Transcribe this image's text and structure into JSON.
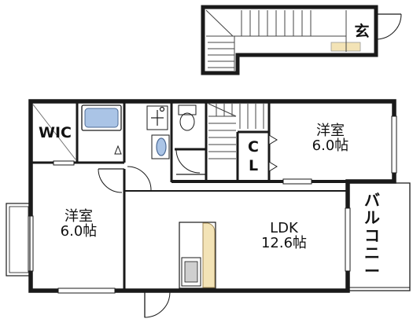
{
  "rooms": {
    "entrance": "玄",
    "wic": "WIC",
    "west_room": {
      "name": "洋室",
      "size": "6.0帖"
    },
    "east_room": {
      "name": "洋室",
      "size": "6.0帖"
    },
    "closet": {
      "line1": "C",
      "line2": "L"
    },
    "ldk": {
      "name": "LDK",
      "size": "12.6帖"
    },
    "balcony": [
      "バ",
      "ル",
      "コ",
      "ニ",
      "ー"
    ]
  }
}
